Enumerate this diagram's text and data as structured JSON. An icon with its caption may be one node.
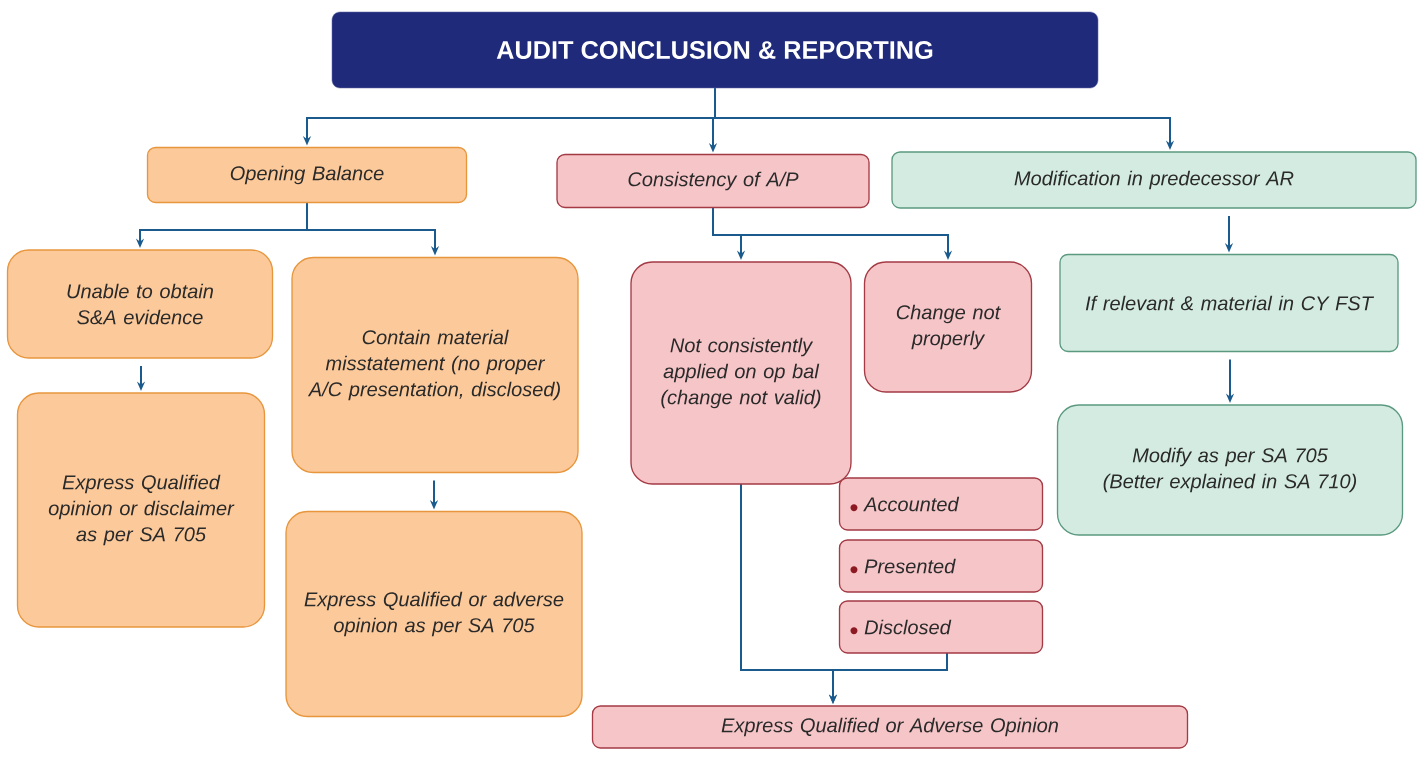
{
  "diagram": {
    "title": "AUDIT CONCLUSION & REPORTING",
    "nodes": [
      {
        "text": [
          "Opening Balance"
        ]
      },
      {
        "text": [
          "Consistency of A/P"
        ]
      },
      {
        "text": [
          "Modification in predecessor AR"
        ]
      },
      {
        "text": [
          "Unable to obtain S&A evidence"
        ]
      },
      {
        "text": [
          "Contain material misstatement (no proper A/C presentation, disclosed)"
        ]
      },
      {
        "text": [
          "Express Qualified opinion or disclaimer as per SA 705"
        ]
      },
      {
        "text": [
          "Express Qualified or adverse opinion as per SA 705"
        ]
      },
      {
        "text": [
          "Not consistently applied on op bal (change not valid)"
        ]
      },
      {
        "text": [
          "Change not properly"
        ]
      },
      {
        "text": [
          "Accounted"
        ]
      },
      {
        "text": [
          "Presented"
        ]
      },
      {
        "text": [
          "Disclosed"
        ]
      },
      {
        "text": [
          "If relevant & material in CY FST"
        ]
      },
      {
        "text": [
          "Modify as per SA 705 (Better explained in SA 710)"
        ]
      },
      {
        "text": [
          "Express Qualified or Adverse Opinion"
        ]
      }
    ],
    "edges": [
      {
        "from": null,
        "to": 0,
        "arrow": "to"
      },
      {
        "from": null,
        "to": 1,
        "arrow": "to"
      },
      {
        "from": null,
        "to": 2,
        "arrow": "to"
      },
      {
        "from": 0,
        "to": 3,
        "arrow": "to"
      },
      {
        "from": 0,
        "to": 4,
        "arrow": "to"
      },
      {
        "from": 3,
        "to": 5,
        "arrow": "to"
      },
      {
        "from": 4,
        "to": 6,
        "arrow": "to"
      },
      {
        "from": 1,
        "to": 7,
        "arrow": "to"
      },
      {
        "from": 1,
        "to": 8,
        "arrow": "to"
      },
      {
        "from": 2,
        "to": 12,
        "arrow": "to"
      },
      {
        "from": 12,
        "to": 13,
        "arrow": "to"
      },
      {
        "from": 7,
        "to": 14,
        "arrow": "to"
      },
      {
        "from": 11,
        "to": 14,
        "arrow": "to"
      }
    ]
  }
}
